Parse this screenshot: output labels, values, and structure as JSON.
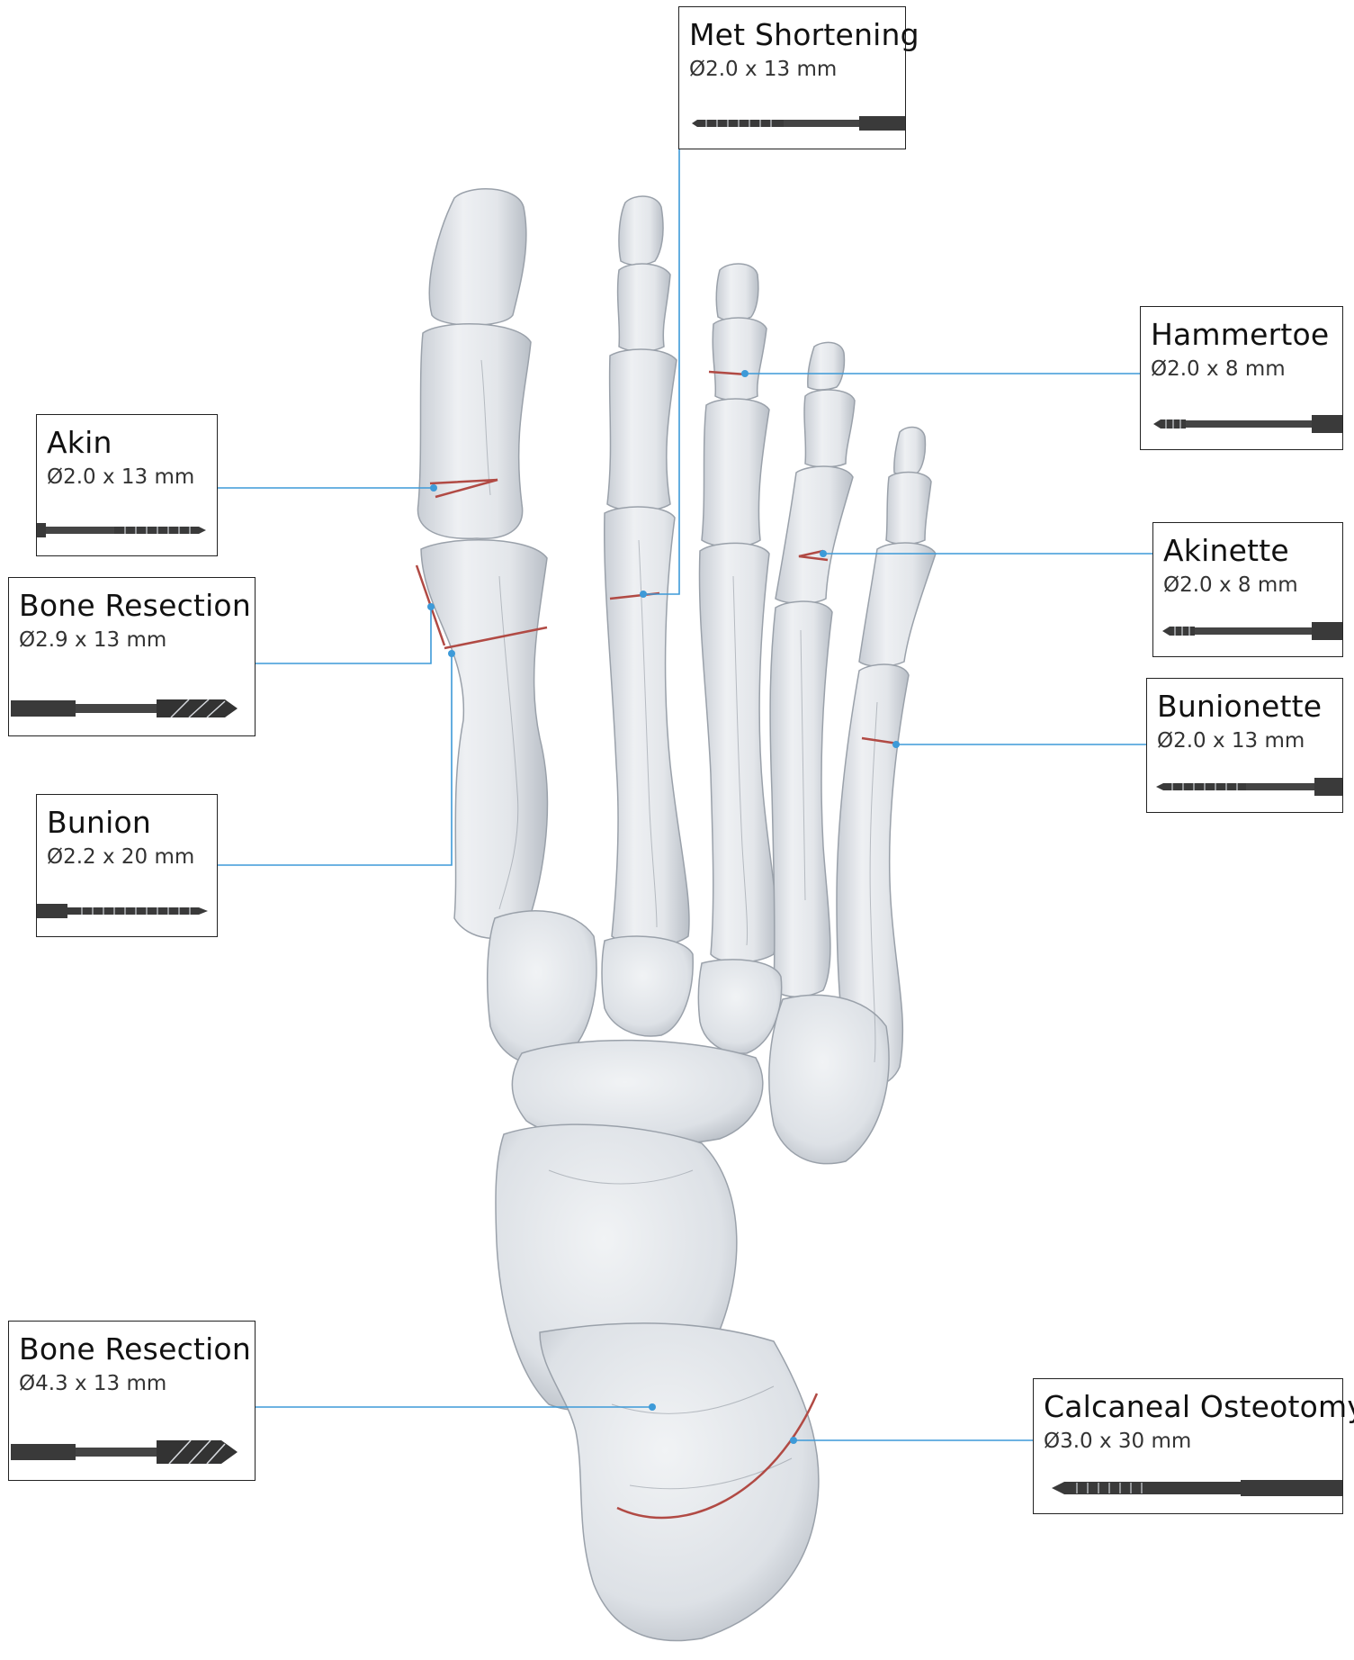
{
  "colors": {
    "leader": "#3d9ad8",
    "cut": "#b14a44",
    "bone": "#e9ecf0",
    "bone_shade": "#aeb4bc",
    "box_border": "#222222",
    "tool": "#3a3a3a"
  },
  "callouts": [
    {
      "id": "met-shortening",
      "title": "Met Shortening",
      "dims": "Ø2.0 x 13 mm",
      "tool_icon": "burr-short-threaded-icon"
    },
    {
      "id": "hammertoe",
      "title": "Hammertoe",
      "dims": "Ø2.0 x 8 mm",
      "tool_icon": "burr-fine-tip-icon"
    },
    {
      "id": "akin",
      "title": "Akin",
      "dims": "Ø2.0 x 13 mm",
      "tool_icon": "burr-short-threaded-icon"
    },
    {
      "id": "akinette",
      "title": "Akinette",
      "dims": "Ø2.0 x 8 mm",
      "tool_icon": "burr-fine-tip-icon"
    },
    {
      "id": "bone-resection-small",
      "title": "Bone Resection",
      "dims": "Ø2.9 x 13 mm",
      "tool_icon": "burr-fluted-icon"
    },
    {
      "id": "bunionette",
      "title": "Bunionette",
      "dims": "Ø2.0 x 13 mm",
      "tool_icon": "burr-short-threaded-icon"
    },
    {
      "id": "bunion",
      "title": "Bunion",
      "dims": "Ø2.2 x 20 mm",
      "tool_icon": "burr-long-threaded-icon"
    },
    {
      "id": "bone-resection-large",
      "title": "Bone Resection",
      "dims": "Ø4.3 x 13 mm",
      "tool_icon": "burr-fluted-icon"
    },
    {
      "id": "calcaneal-osteotomy",
      "title": "Calcaneal Osteotomy",
      "dims": "Ø3.0 x 30 mm",
      "tool_icon": "burr-long-shaft-icon"
    }
  ]
}
